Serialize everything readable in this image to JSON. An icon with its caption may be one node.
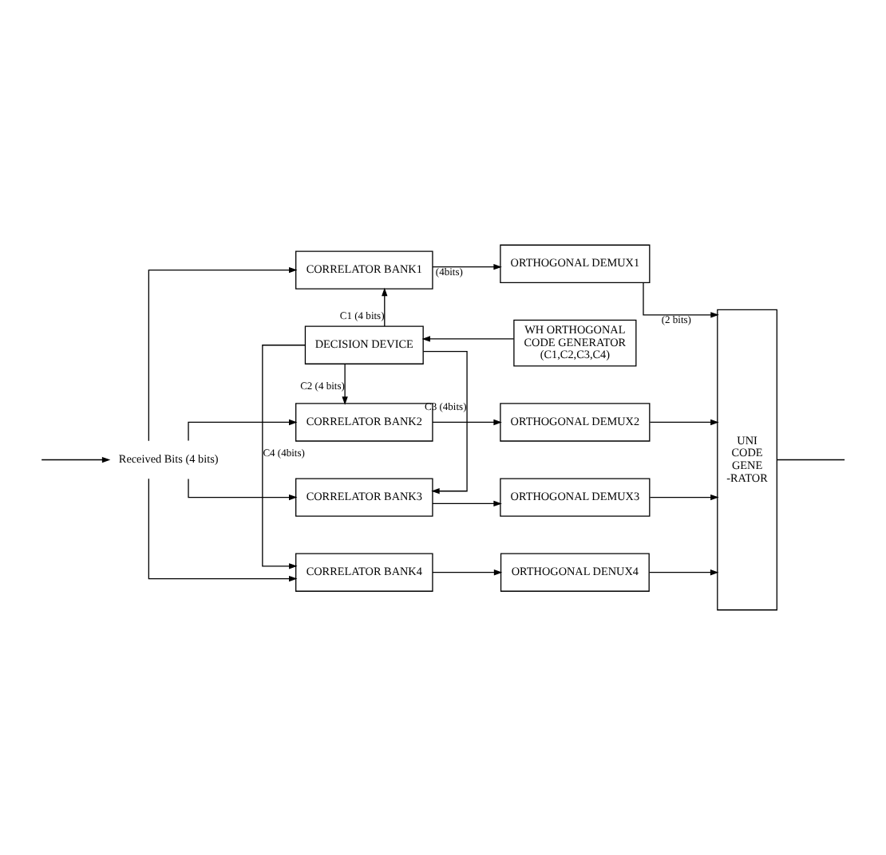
{
  "diagram": {
    "nodes": [
      {
        "text": [
          "Received Bits (4 bits)"
        ]
      },
      {
        "text": [
          "CORRELATOR BANK1"
        ]
      },
      {
        "text": [
          "ORTHOGONAL DEMUX1"
        ]
      },
      {
        "text": [
          "DECISION DEVICE"
        ]
      },
      {
        "text": [
          "WH ORTHOGONAL CODE GENERATOR (C1,C2,C3,C4)"
        ]
      },
      {
        "text": [
          "CORRELATOR BANK2"
        ]
      },
      {
        "text": [
          "ORTHOGONAL DEMUX2"
        ]
      },
      {
        "text": [
          "CORRELATOR BANK3"
        ]
      },
      {
        "text": [
          "ORTHOGONAL DEMUX3"
        ]
      },
      {
        "text": [
          "CORRELATOR BANK4"
        ]
      },
      {
        "text": [
          "ORTHOGONAL DENUX4"
        ]
      },
      {
        "text": [
          "UNI CODE GENE -RATOR"
        ]
      }
    ],
    "edges": [
      {
        "from": null,
        "to": 0,
        "arrow": "to"
      },
      {
        "from": 0,
        "to": 1,
        "arrow": "to"
      },
      {
        "from": 0,
        "to": 5,
        "arrow": "to"
      },
      {
        "from": 0,
        "to": 7,
        "arrow": "to"
      },
      {
        "from": 0,
        "to": 9,
        "arrow": "to"
      },
      {
        "from": 1,
        "to": 2,
        "arrow": "to",
        "label": "(4bits)"
      },
      {
        "from": 3,
        "to": 1,
        "arrow": "to",
        "label": "C1 (4 bits)"
      },
      {
        "from": 4,
        "to": 3,
        "arrow": "to"
      },
      {
        "from": 3,
        "to": 5,
        "arrow": "to",
        "label": "C2 (4 bits)"
      },
      {
        "from": 3,
        "to": 7,
        "arrow": "to",
        "label": "C3 (4bits)"
      },
      {
        "from": 3,
        "to": 9,
        "arrow": "to",
        "label": "C4 (4bits)"
      },
      {
        "from": 5,
        "to": 6,
        "arrow": "to"
      },
      {
        "from": 7,
        "to": 8,
        "arrow": "to"
      },
      {
        "from": 9,
        "to": 10,
        "arrow": "to"
      },
      {
        "from": 2,
        "to": 11,
        "arrow": "to",
        "label": "(2 bits)"
      },
      {
        "from": 6,
        "to": 11,
        "arrow": "to"
      },
      {
        "from": 8,
        "to": 11,
        "arrow": "to"
      },
      {
        "from": 10,
        "to": 11,
        "arrow": "to"
      },
      {
        "from": 11,
        "to": null,
        "arrow": "none"
      }
    ]
  }
}
